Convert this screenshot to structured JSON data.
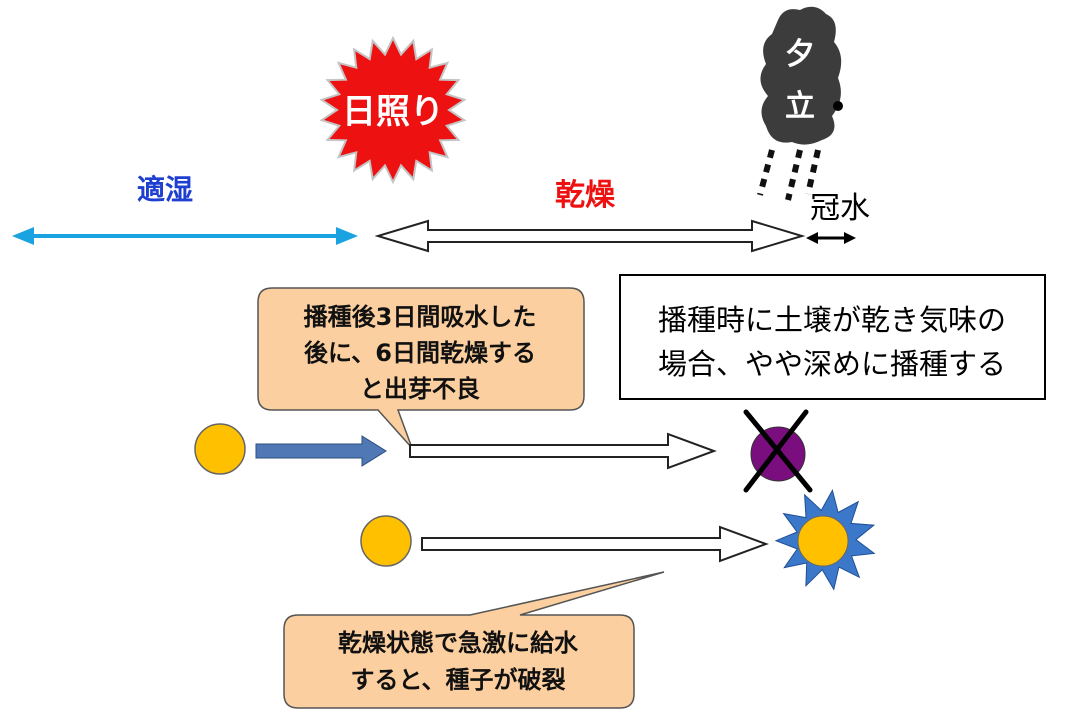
{
  "labels": {
    "sunshine": "日照り",
    "evening_shower_line1": "夕",
    "evening_shower_line2": "立",
    "moist": "適湿",
    "dry": "乾燥",
    "flooding": "冠水"
  },
  "callouts": {
    "top_line1": "播種後3日間吸水した",
    "top_line2": "後に、6日間乾燥する",
    "top_line3": "と出芽不良",
    "bottom_line1": "乾燥状態で急激に給水",
    "bottom_line2": "すると、種子が破裂"
  },
  "note": {
    "line1": "播種時に土壌が乾き気味の",
    "line2": "場合、やや深めに播種する"
  },
  "colors": {
    "moist_text": "#1f3fd0",
    "moist_arrow": "#1aa3e0",
    "dry_text": "#ee1111",
    "sun_fill": "#ee1111",
    "seed_fill": "#ffc000",
    "failed_seed_fill": "#7a0e7e",
    "burst_fill": "#3b78c9",
    "water_arrow": "#4f78b4",
    "callout_fill": "#fbcf9f",
    "cloud_fill": "#3c3c3c"
  },
  "icons": [
    "sun-burst-icon",
    "cloud-icon",
    "cross-icon",
    "burst-icon"
  ]
}
